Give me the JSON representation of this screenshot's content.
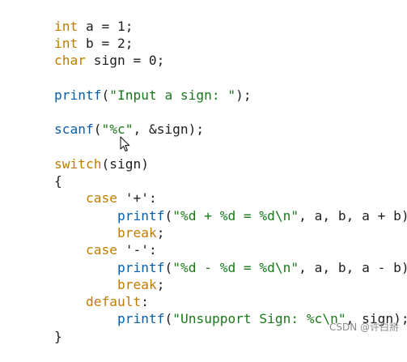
{
  "code": {
    "line1": {
      "type": "int",
      "decl": " a = 1;"
    },
    "line2": {
      "type": "int",
      "decl": " b = 2;"
    },
    "line3": {
      "type": "char",
      "decl": " sign = 0;"
    },
    "line4": {
      "fn": "printf",
      "open": "(",
      "str": "\"Input a sign: \"",
      "close": ");"
    },
    "line5": {
      "fn": "scanf",
      "open": "(",
      "str": "\"%c\"",
      "rest": ", &sign);"
    },
    "line6": {
      "kw": "switch",
      "rest": "(sign)"
    },
    "line7": {
      "text": "{"
    },
    "line8": {
      "kw": "case",
      "rest": " '+':"
    },
    "line9": {
      "fn": "printf",
      "open": "(",
      "str": "\"%d + %d = %d\\n\"",
      "rest": ", a, b, a + b);"
    },
    "line10": {
      "kw": "break",
      "rest": ";"
    },
    "line11": {
      "kw": "case",
      "rest": " '-':"
    },
    "line12": {
      "fn": "printf",
      "open": "(",
      "str": "\"%d - %d = %d\\n\"",
      "rest": ", a, b, a - b);"
    },
    "line13": {
      "kw": "break",
      "rest": ";"
    },
    "line14": {
      "kw": "default",
      "rest": ":"
    },
    "line15": {
      "fn": "printf",
      "open": "(",
      "str": "\"Unsupport Sign: %c\\n\"",
      "rest": ", sign);"
    },
    "line16": {
      "text": "}"
    }
  },
  "watermark": "CSDN @许白掰",
  "colors": {
    "keyword": "#bf7c00",
    "function": "#0a5fa8",
    "string": "#1a7a1a",
    "text": "#1e1e1e"
  },
  "cursor_icon": "mouse-pointer-icon"
}
